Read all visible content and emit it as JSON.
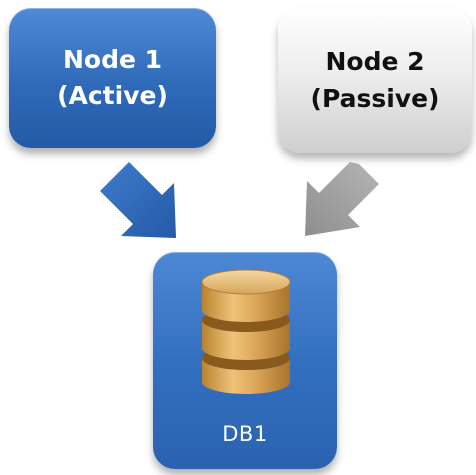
{
  "nodes": [
    {
      "line1": "Node 1",
      "line2": "(Active)"
    },
    {
      "line1": "Node 2",
      "line2": "(Passive)"
    }
  ],
  "database": {
    "label": "DB1",
    "icon": "database-cylinder-icon"
  },
  "arrows": [
    {
      "name": "arrow-node1-to-db",
      "color": "#2f6bbd"
    },
    {
      "name": "arrow-node2-to-db",
      "color": "#9e9e9e"
    }
  ],
  "colors": {
    "active": "#2f6bbd",
    "passive": "#d9d9d9",
    "database_body": "#d4a44c"
  }
}
